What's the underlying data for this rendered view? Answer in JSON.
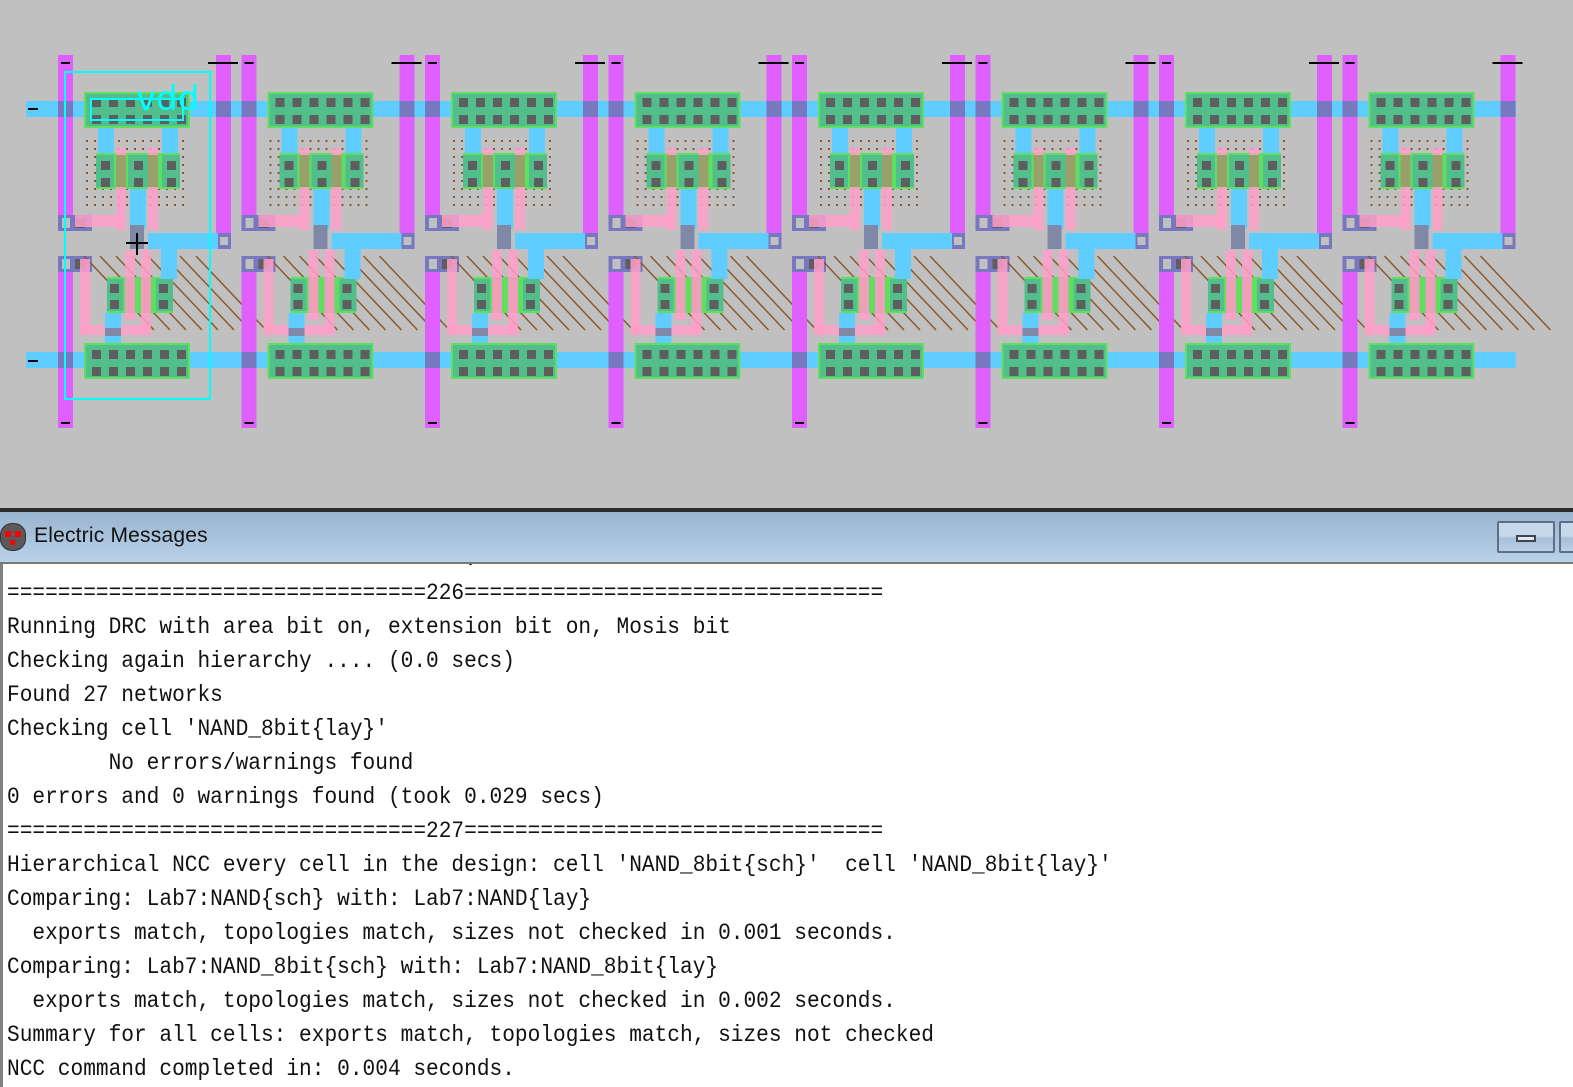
{
  "layout_editor": {
    "cell_name": "NAND_8bit{lay}",
    "instance_count": 8,
    "selected_export_label": "vdd",
    "colors": {
      "background": "#c0c0c0",
      "metal1": "#5fcdff",
      "metal2": "#df5fff",
      "polysilicon": "#ff9fc8",
      "active": "#5fdf5f",
      "diff_contact": "#52be8c",
      "contact_cut": "#5e5e5e",
      "via": "#7878c0",
      "select_dots": "#8b5a2b",
      "highlight": "#00ffff"
    }
  },
  "messages_window": {
    "title": "Electric Messages",
    "icon": "electric-app-icon",
    "buttons": {
      "minimize": "minimize-icon",
      "maximize": "maximize-icon"
    },
    "lines": [
      "                                    .",
      "=================================226=================================",
      "Running DRC with area bit on, extension bit on, Mosis bit",
      "Checking again hierarchy .... (0.0 secs)",
      "Found 27 networks",
      "Checking cell 'NAND_8bit{lay}'",
      "        No errors/warnings found",
      "0 errors and 0 warnings found (took 0.029 secs)",
      "=================================227=================================",
      "Hierarchical NCC every cell in the design: cell 'NAND_8bit{sch}'  cell 'NAND_8bit{lay}'",
      "Comparing: Lab7:NAND{sch} with: Lab7:NAND{lay}",
      "  exports match, topologies match, sizes not checked in 0.001 seconds.",
      "Comparing: Lab7:NAND_8bit{sch} with: Lab7:NAND_8bit{lay}",
      "  exports match, topologies match, sizes not checked in 0.002 seconds.",
      "Summary for all cells: exports match, topologies match, sizes not checked",
      "NCC command completed in: 0.004 seconds."
    ]
  }
}
